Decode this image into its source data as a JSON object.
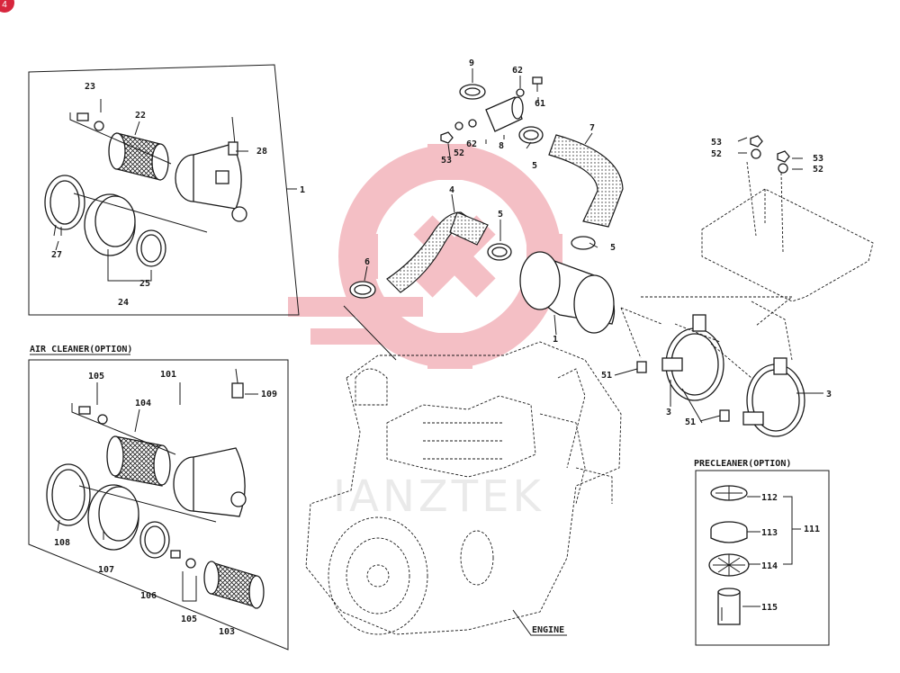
{
  "page_badge": "4",
  "captions": {
    "air_cleaner_option": "AIR CLEANER(OPTION)",
    "precleaner_option": "PRECLEANER(OPTION)",
    "engine": "ENGINE"
  },
  "watermark_text": "IANZTEK",
  "colors": {
    "ink": "#1a1a1a",
    "watermark": "#e8737f",
    "badge": "#d7263d"
  },
  "labels": {
    "l1a": "1",
    "l1b": "1",
    "l3a": "3",
    "l3b": "3",
    "l4": "4",
    "l5a": "5",
    "l5b": "5",
    "l5c": "5",
    "l6": "6",
    "l7": "7",
    "l8": "8",
    "l9": "9",
    "l22": "22",
    "l23": "23",
    "l24": "24",
    "l25": "25",
    "l27": "27",
    "l28": "28",
    "l51a": "51",
    "l51b": "51",
    "l52a": "52",
    "l52b": "52",
    "l52c": "52",
    "l53a": "53",
    "l53b": "53",
    "l53c": "53",
    "l61": "61",
    "l62a": "62",
    "l62b": "62",
    "l101": "101",
    "l103": "103",
    "l104": "104",
    "l105a": "105",
    "l105b": "105",
    "l106": "106",
    "l107": "107",
    "l108": "108",
    "l109": "109",
    "l111": "111",
    "l112": "112",
    "l113": "113",
    "l114": "114",
    "l115": "115"
  }
}
